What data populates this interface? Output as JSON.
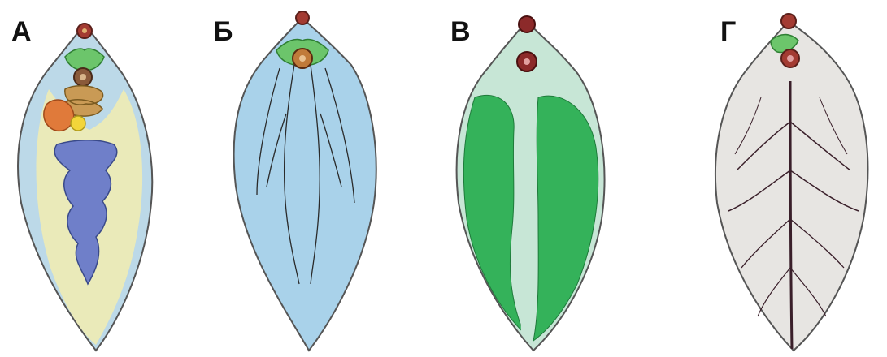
{
  "panels": [
    {
      "letter": "А",
      "colors": {
        "body": "#bcd9e8",
        "parenchyma": "#f2ecb0",
        "organ": "#6f7fc9",
        "ovary": "#e07a3a",
        "sucker": "#a33b32",
        "pharynx": "#6cc56b"
      }
    },
    {
      "letter": "Б",
      "colors": {
        "body": "#a9d2ea",
        "nerve": "#2a2a2a",
        "sucker": "#a33b32",
        "pharynx": "#6cc56b"
      }
    },
    {
      "letter": "В",
      "colors": {
        "body": "#c7e6d6",
        "gut": "#34b25a",
        "sucker": "#8c2a2a"
      }
    },
    {
      "letter": "Г",
      "colors": {
        "body": "#e7e5e2",
        "vessel": "#3a1f2a",
        "sucker": "#a33b32",
        "pharynx": "#6cc56b"
      }
    }
  ]
}
